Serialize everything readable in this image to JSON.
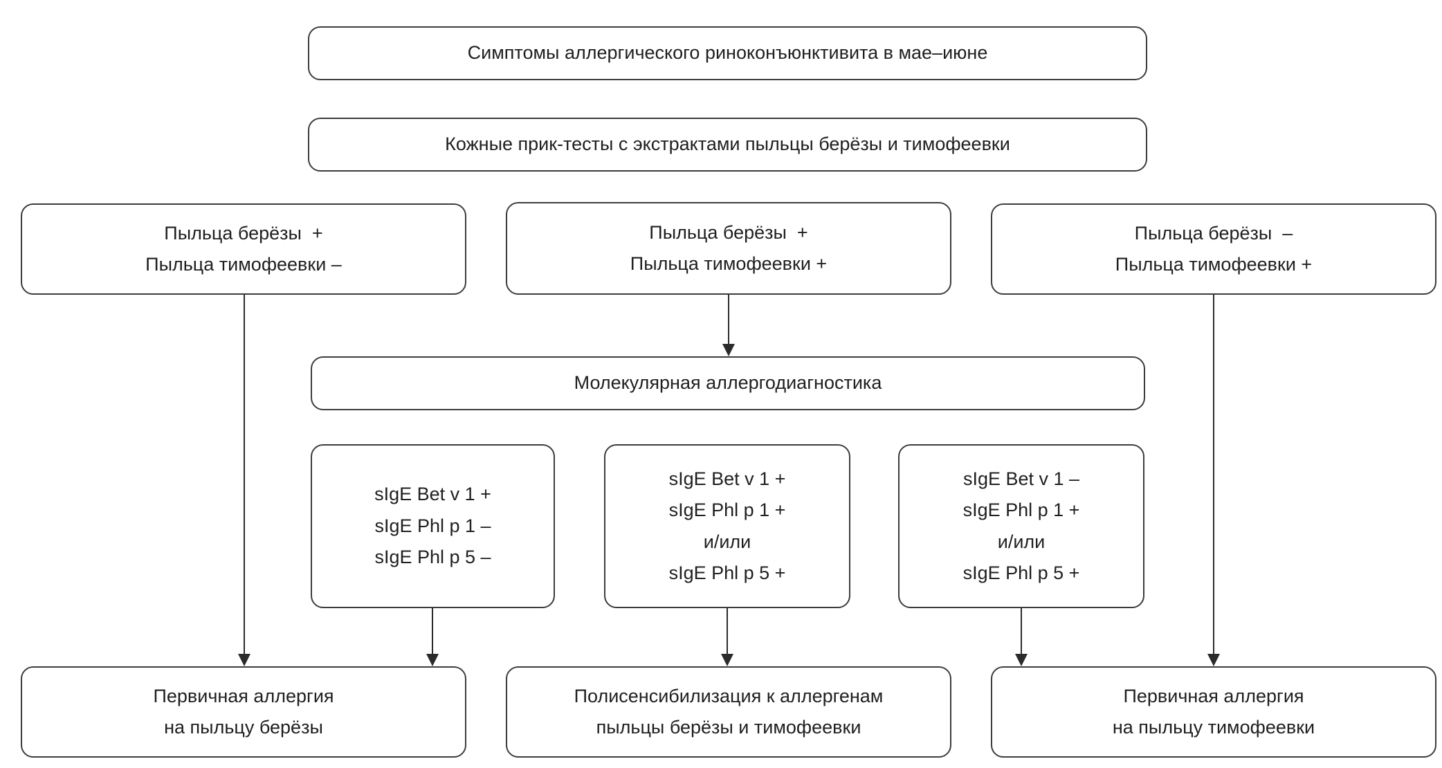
{
  "colors": {
    "bg": "#ffffff",
    "border": "#3c3c3c",
    "text": "#1f1f1f",
    "line": "#2b2b2b"
  },
  "diagram": {
    "symptoms_box": "Симптомы аллергического риноконъюнктивита в мае–июне",
    "tests_box": "Кожные прик-тесты с экстрактами пыльцы берёзы и тимофеевки",
    "prick_results": [
      {
        "lines": [
          "Пыльца берёзы  +",
          "Пыльца тимофеевки –"
        ]
      },
      {
        "lines": [
          "Пыльца берёзы  +",
          "Пыльца тимофеевки +"
        ]
      },
      {
        "lines": [
          "Пыльца берёзы  –",
          "Пыльца тимофеевки +"
        ]
      }
    ],
    "molecular_box": "Молекулярная аллергодиагностика",
    "sige_results": [
      {
        "lines": [
          "sIgE Bet v 1 +",
          "sIgE Phl p 1 –",
          "sIgE Phl p 5 –"
        ]
      },
      {
        "lines": [
          "sIgE Bet v 1 +",
          "sIgE Phl p 1 +",
          "и/или",
          "sIgE Phl p 5 +"
        ]
      },
      {
        "lines": [
          "sIgE Bet v 1 –",
          "sIgE Phl p 1 +",
          "и/или",
          "sIgE Phl p 5 +"
        ]
      }
    ],
    "diagnoses": [
      {
        "lines": [
          "Первичная аллергия",
          "на пыльцу берёзы"
        ]
      },
      {
        "lines": [
          "Полисенсибилизация к аллергенам",
          "пыльцы берёзы и тимофеевки"
        ]
      },
      {
        "lines": [
          "Первичная аллергия",
          "на пыльцу тимофеевки"
        ]
      }
    ]
  }
}
